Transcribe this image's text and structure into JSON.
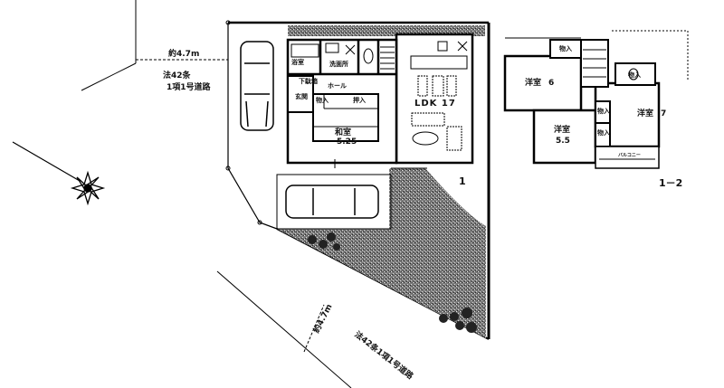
{
  "site": {
    "north_road": {
      "width": "約4.7m",
      "law": "法42条",
      "law2": "1項1号道路"
    },
    "south_road": {
      "width": "約4.7m",
      "law": "法42条1項1号道路"
    }
  },
  "floor1": {
    "label": "1",
    "rooms": {
      "bath": "浴室",
      "washroom": "洗面所",
      "closet_shoes": "下駄箱",
      "entrance": "玄関",
      "hall": "ホール",
      "storage": "物入",
      "oshiire": "押入",
      "washitsu_name": "和室",
      "washitsu_size": "5.25",
      "ldk": "LDK 17"
    }
  },
  "floor2": {
    "label": "1－2",
    "rooms": {
      "room6_name": "洋室",
      "room6_size": "6",
      "room55_name": "洋室",
      "room55_size": "5.5",
      "room7_name": "洋室",
      "room7_size": "7",
      "storage": "物入",
      "balcony": "バルコニー"
    }
  },
  "icons": [
    "compass-rose-icon",
    "car-icon",
    "car-icon",
    "shrub-icon"
  ]
}
